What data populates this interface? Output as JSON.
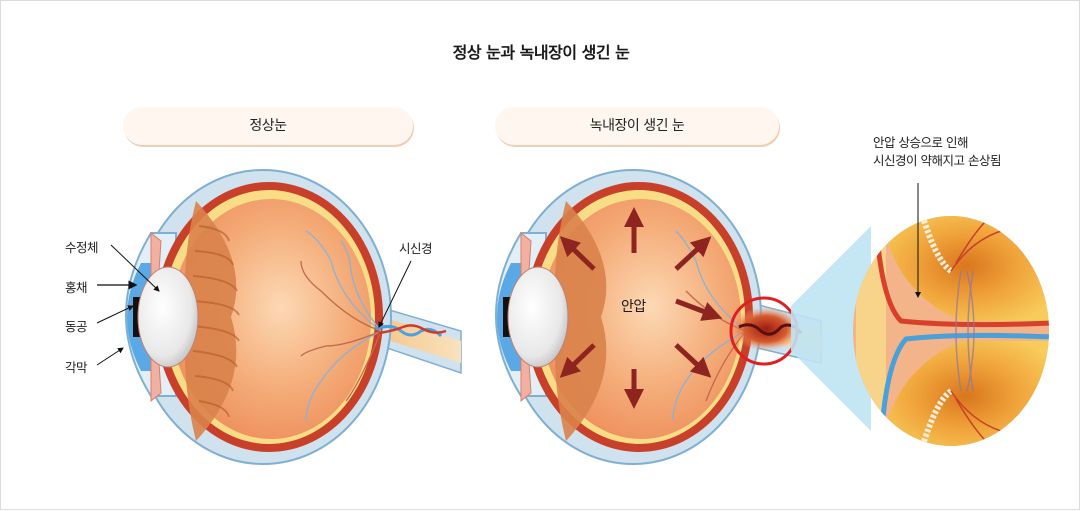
{
  "title": "정상 눈과 녹내장이 생긴 눈",
  "panels": {
    "normal": {
      "heading": "정상눈",
      "labels": {
        "aqueous": "수정체",
        "iris": "홍채",
        "pupil": "동공",
        "cornea": "각막",
        "optic_nerve": "시신경"
      }
    },
    "glaucoma": {
      "heading": "녹내장이 생긴 눈",
      "pressure_label": "안압",
      "note_lines": [
        "안압 상승으로 인해",
        "시신경이 약해지고 손상됨"
      ]
    }
  },
  "colors": {
    "pill_bg": "#fef6ef",
    "pill_shadow": "#f2cdb4",
    "sclera_blue": "#cfe2ee",
    "retina_red": "#c8402a",
    "vitreous_orange": "#f2a36e",
    "arrow_red": "#8e2420",
    "highlight_circle": "#e02020",
    "zoom_cone": "#bfe3f2"
  }
}
